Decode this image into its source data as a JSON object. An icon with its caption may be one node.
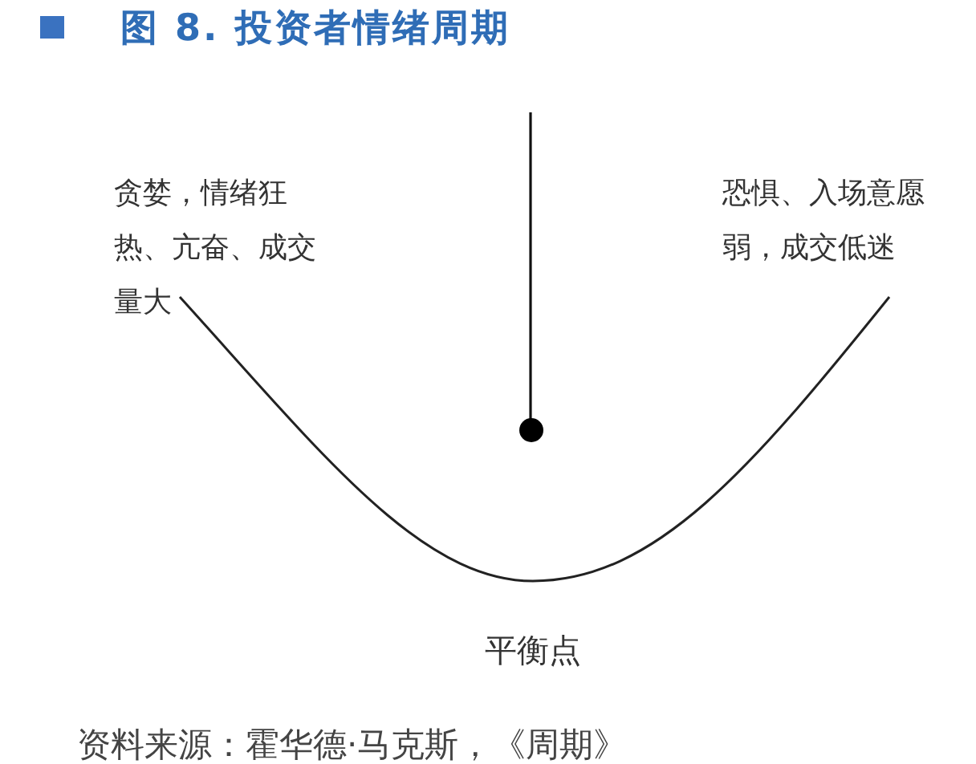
{
  "diagram": {
    "title": "图 8. 投资者情绪周期",
    "caption": "资料来源：霍华德·马克斯，《周期》",
    "labels": [
      "贪婪，情绪狂热、亢奋、成交量大",
      "恐惧、入场意愿弱，成交低迷",
      "平衡点"
    ]
  }
}
